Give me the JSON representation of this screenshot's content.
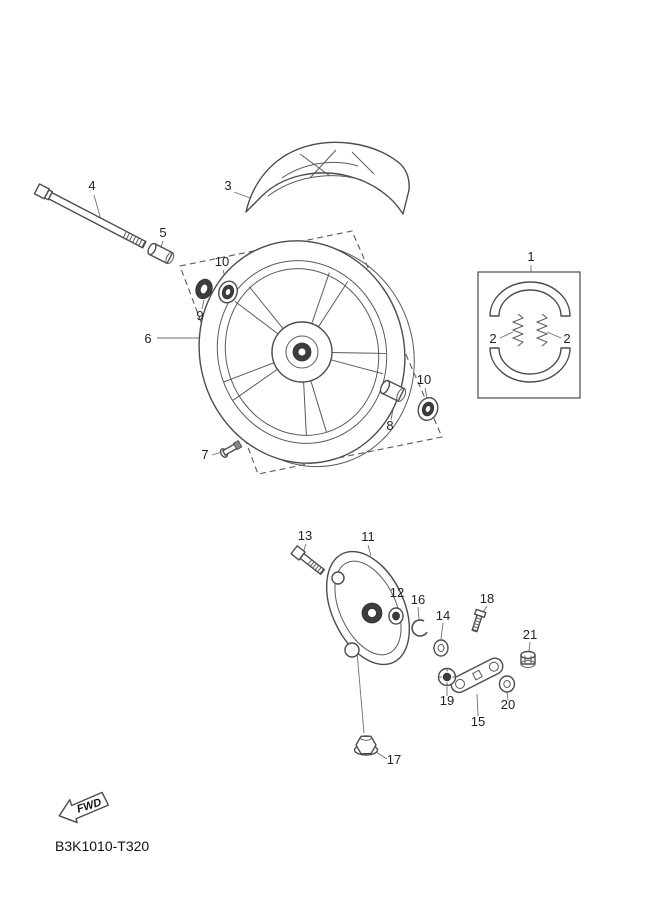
{
  "diagram": {
    "code": "B3K1010-T320",
    "fwd_label": "FWD",
    "labels": {
      "l1": "1",
      "l2a": "2",
      "l2b": "2",
      "l3": "3",
      "l4": "4",
      "l5": "5",
      "l6": "6",
      "l7": "7",
      "l8": "8",
      "l9": "9",
      "l10a": "10",
      "l10b": "10",
      "l11": "11",
      "l12": "12",
      "l13": "13",
      "l14": "14",
      "l15": "15",
      "l16": "16",
      "l17": "17",
      "l18": "18",
      "l19": "19",
      "l20": "20",
      "l21": "21"
    }
  }
}
